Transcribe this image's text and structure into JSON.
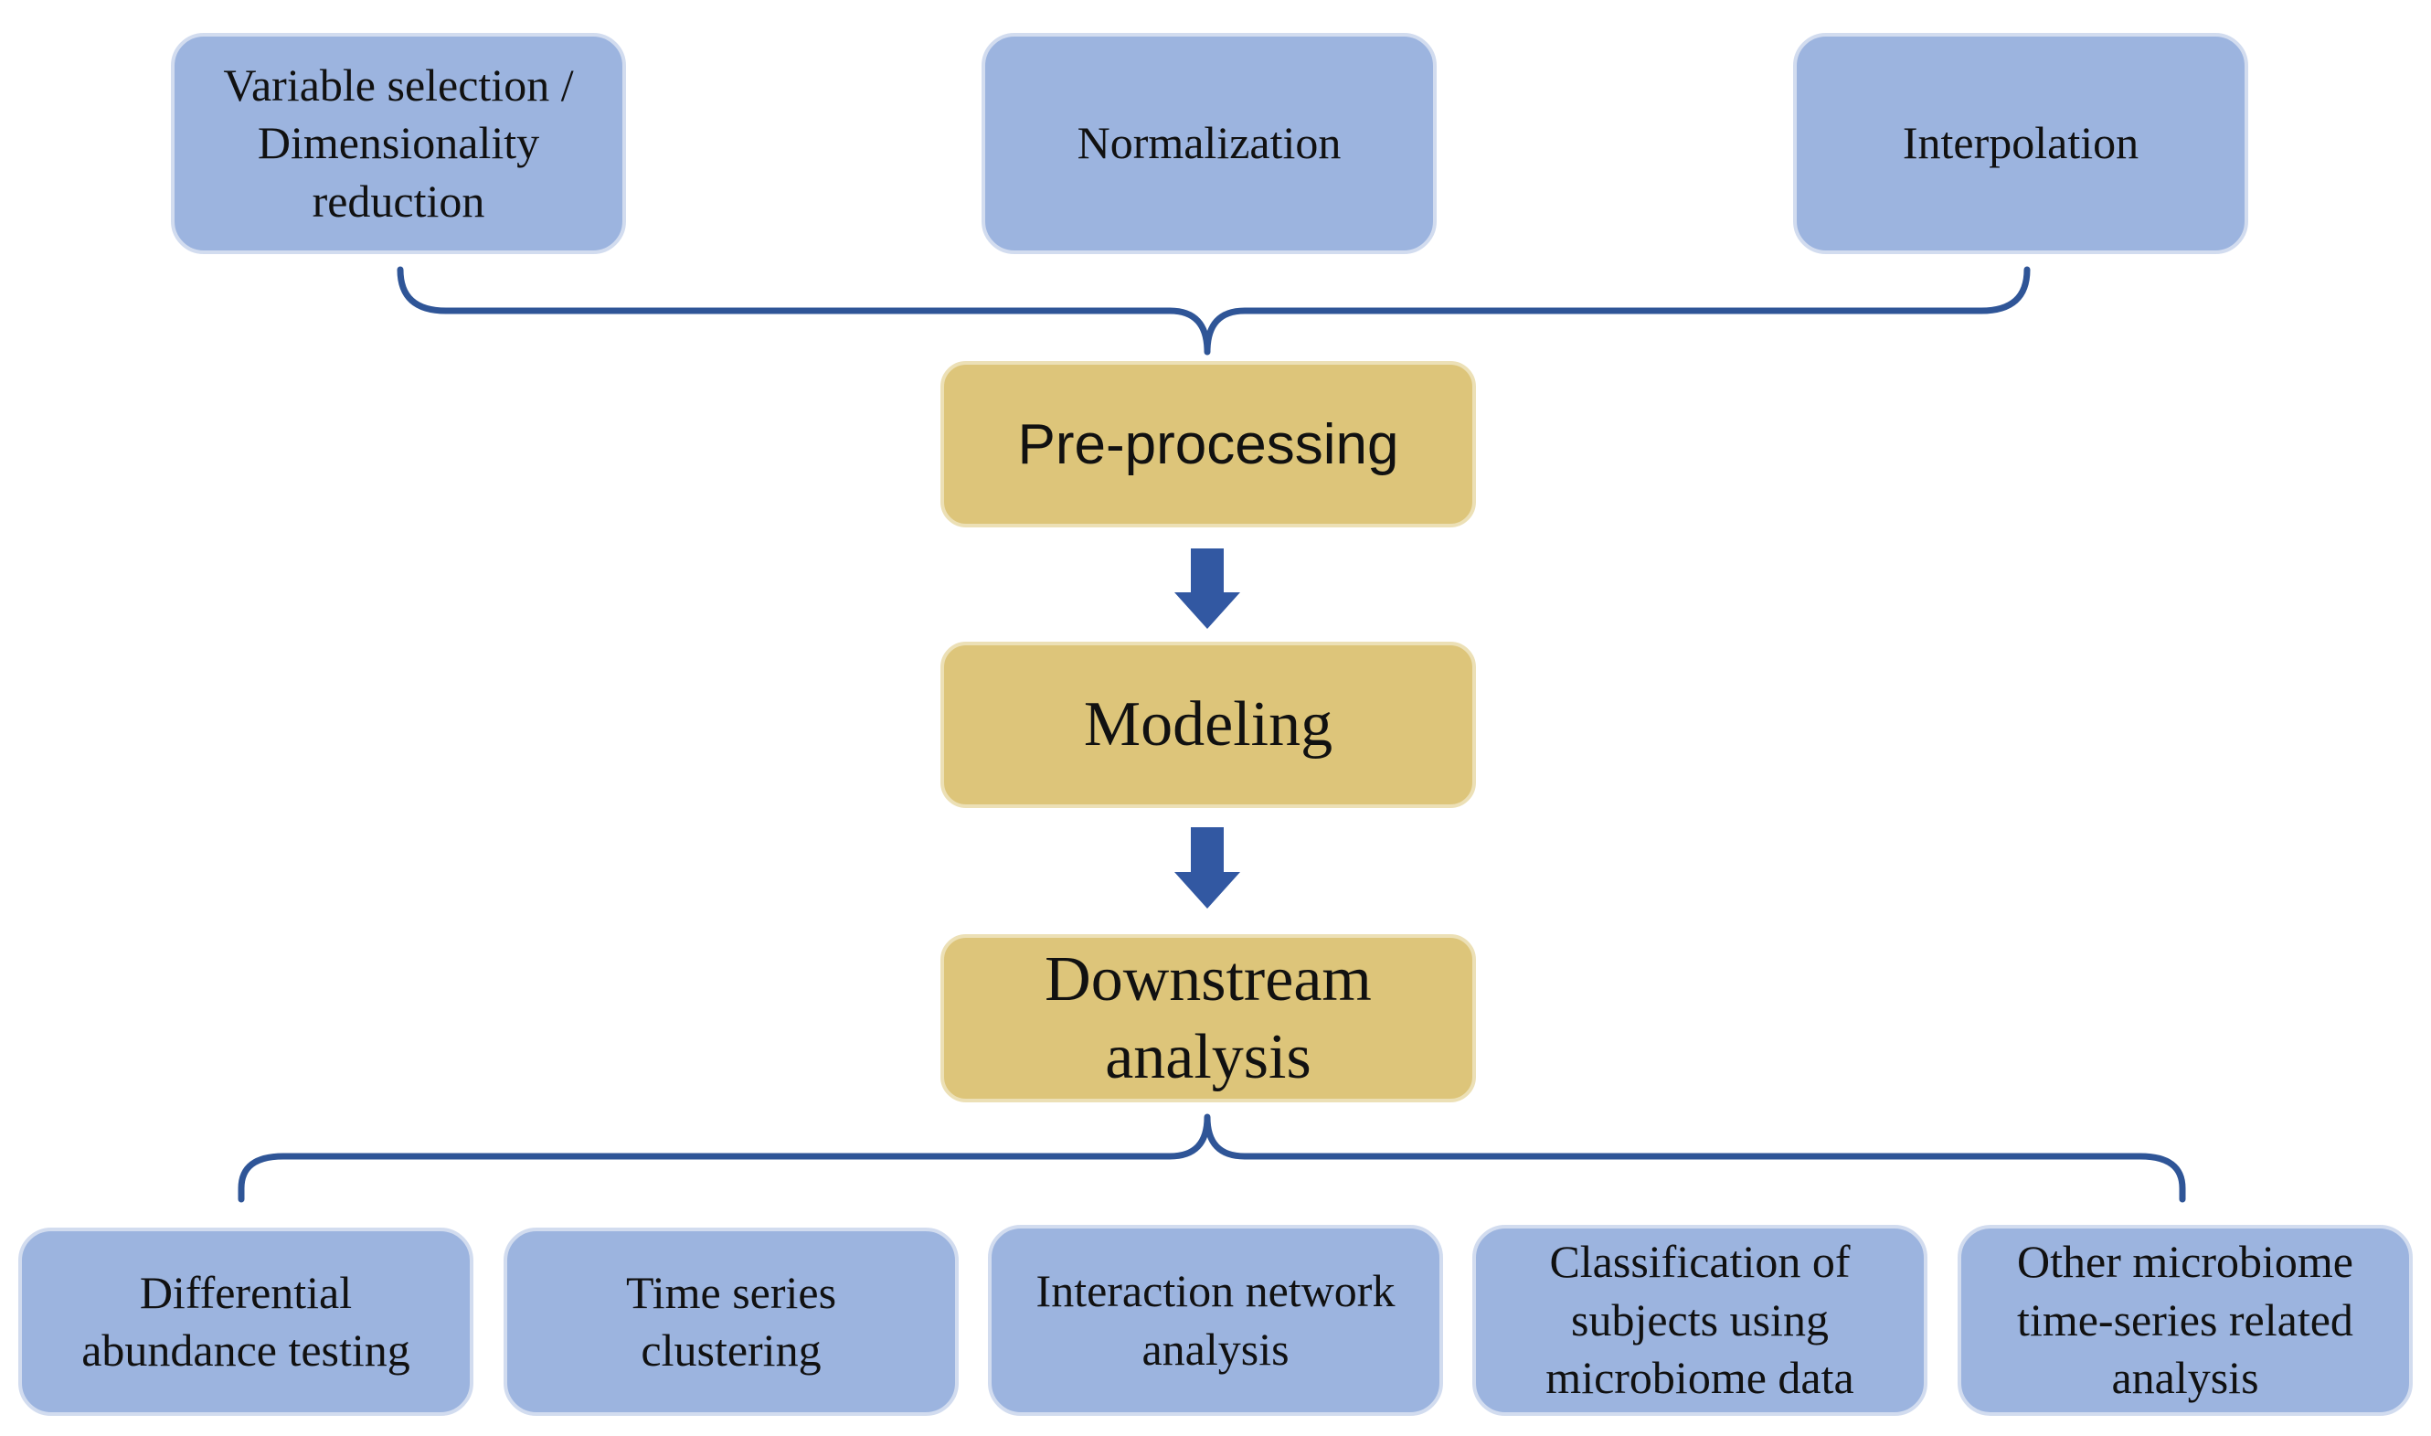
{
  "top_steps": [
    {
      "label": "Variable selection /\nDimensionality\nreduction"
    },
    {
      "label": "Normalization"
    },
    {
      "label": "Interpolation"
    }
  ],
  "pipeline": {
    "preprocessing": "Pre-processing",
    "modeling": "Modeling",
    "downstream": "Downstream\nanalysis"
  },
  "bottom_steps": [
    {
      "label": "Differential\nabundance testing"
    },
    {
      "label": "Time series\nclustering"
    },
    {
      "label": "Interaction network\nanalysis"
    },
    {
      "label": "Classification of\nsubjects using\nmicrobiome data"
    },
    {
      "label": "Other microbiome\ntime-series related\nanalysis"
    }
  ],
  "colors": {
    "step_fill": "#9cb4df",
    "stage_fill": "#ddc57a",
    "connector": "#2f5597"
  }
}
